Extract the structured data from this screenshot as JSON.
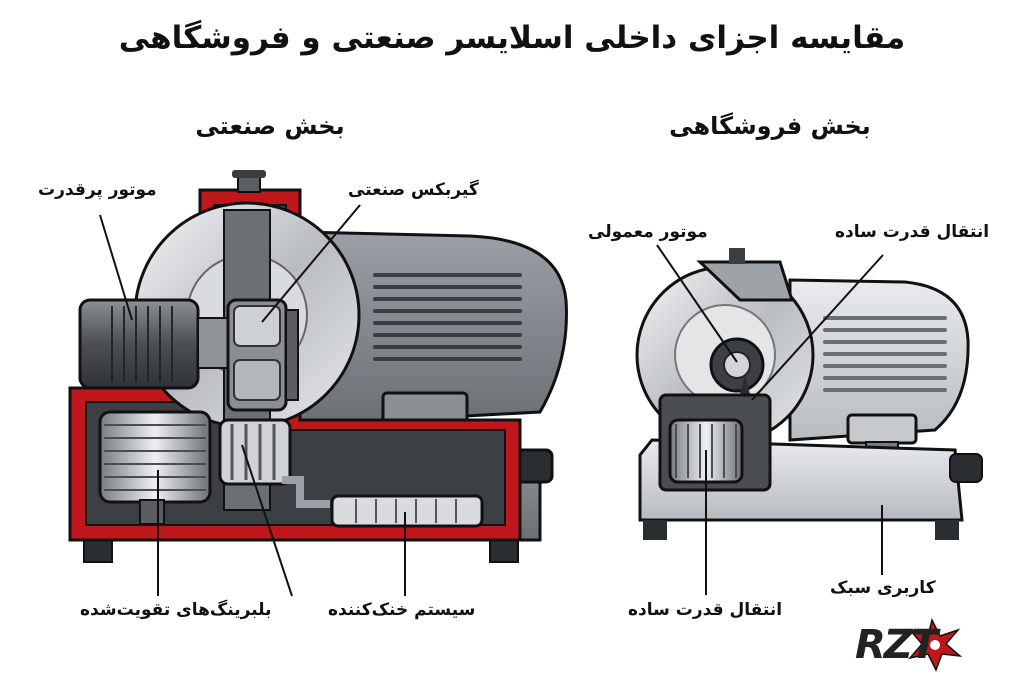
{
  "title": "مقایسه اجزای داخلی اسلایسر صنعتی و فروشگاهی",
  "industrial": {
    "heading": "بخش صنعتی",
    "labels": {
      "motor": "موتور پرقدرت",
      "gearbox": "گیربکس صنعتی",
      "bearings": "بلبرینگ‌های تقویت‌شده",
      "cooling": "سیستم خنک‌کننده"
    }
  },
  "commercial": {
    "heading": "بخش فروشگاهی",
    "labels": {
      "motor": "موتور معمولی",
      "transmission_top": "انتقال قدرت ساده",
      "transmission_bottom": "انتقال قدرت ساده",
      "light_use": "کاربری سبک"
    }
  },
  "colors": {
    "accent_red": "#c0171c",
    "metal_dark": "#5a5e63",
    "metal_light": "#cfd3d6",
    "line": "#111111"
  },
  "logo": {
    "text": "RZT",
    "icon": "shuriken-icon"
  }
}
